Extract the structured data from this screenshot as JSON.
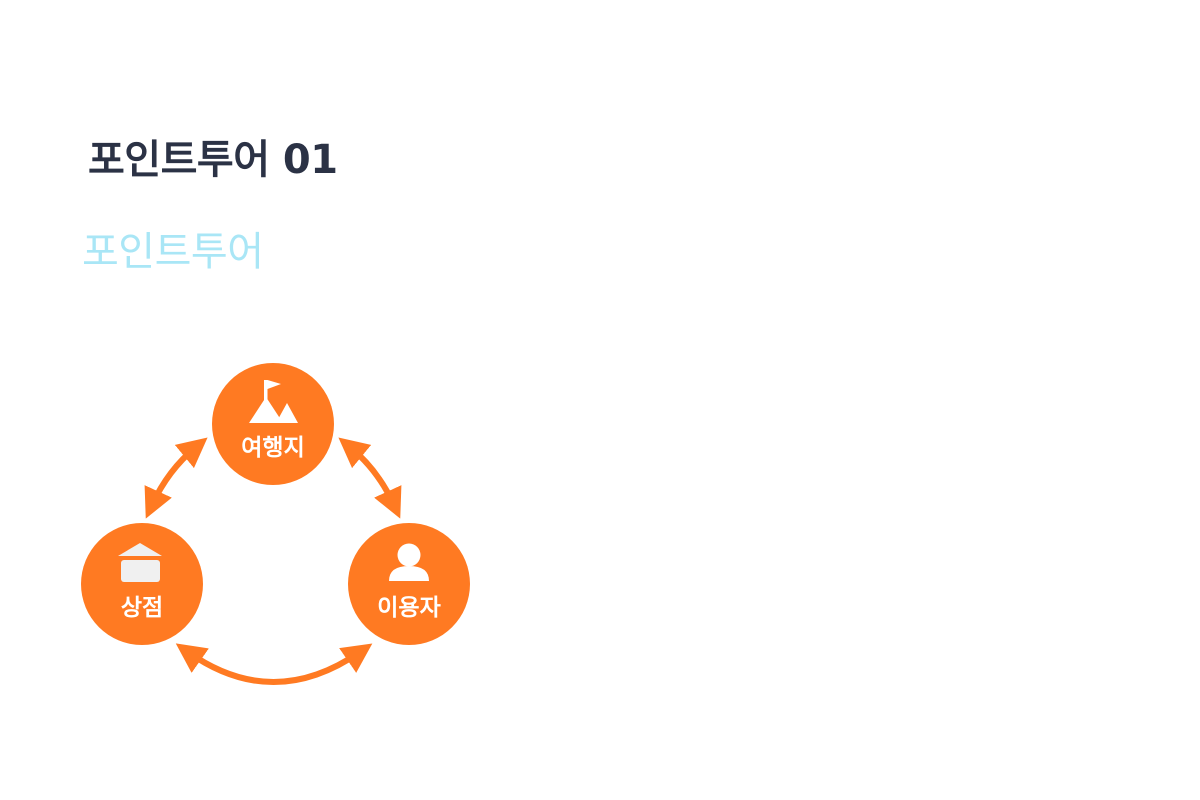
{
  "header": {
    "title": "포인트투어 01",
    "subtitle": "포인트투어"
  },
  "diagram": {
    "colors": {
      "accent": "#ff7a22",
      "icon_fill": "#ffffff",
      "store_icon_fill": "#f0f0f0"
    },
    "nodes": [
      {
        "label": "여행지",
        "icon": "mountain-flag-icon"
      },
      {
        "label": "상점",
        "icon": "store-icon"
      },
      {
        "label": "이용자",
        "icon": "person-icon"
      }
    ],
    "arrows": [
      {
        "from": "여행지",
        "to": "상점",
        "direction": "bidirectional"
      },
      {
        "from": "여행지",
        "to": "이용자",
        "direction": "bidirectional"
      },
      {
        "from": "상점",
        "to": "이용자",
        "direction": "bidirectional"
      }
    ]
  }
}
